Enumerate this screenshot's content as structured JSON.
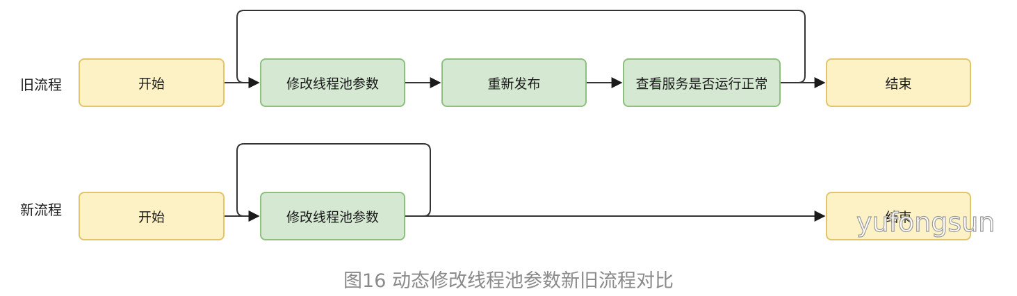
{
  "rows": {
    "old": {
      "label": "旧流程",
      "nodes": [
        "开始",
        "修改线程池参数",
        "重新发布",
        "查看服务是否运行正常",
        "结束"
      ]
    },
    "new": {
      "label": "新流程",
      "nodes": [
        "开始",
        "修改线程池参数",
        "结束"
      ]
    }
  },
  "watermark": "yufongsun",
  "caption": "图16 动态修改线程池参数新旧流程对比",
  "colors": {
    "start_end_fill": "#fdf1c6",
    "start_end_border": "#e3c46b",
    "step_fill": "#d4e8d2",
    "step_border": "#8dbf7f",
    "line": "#333333"
  }
}
